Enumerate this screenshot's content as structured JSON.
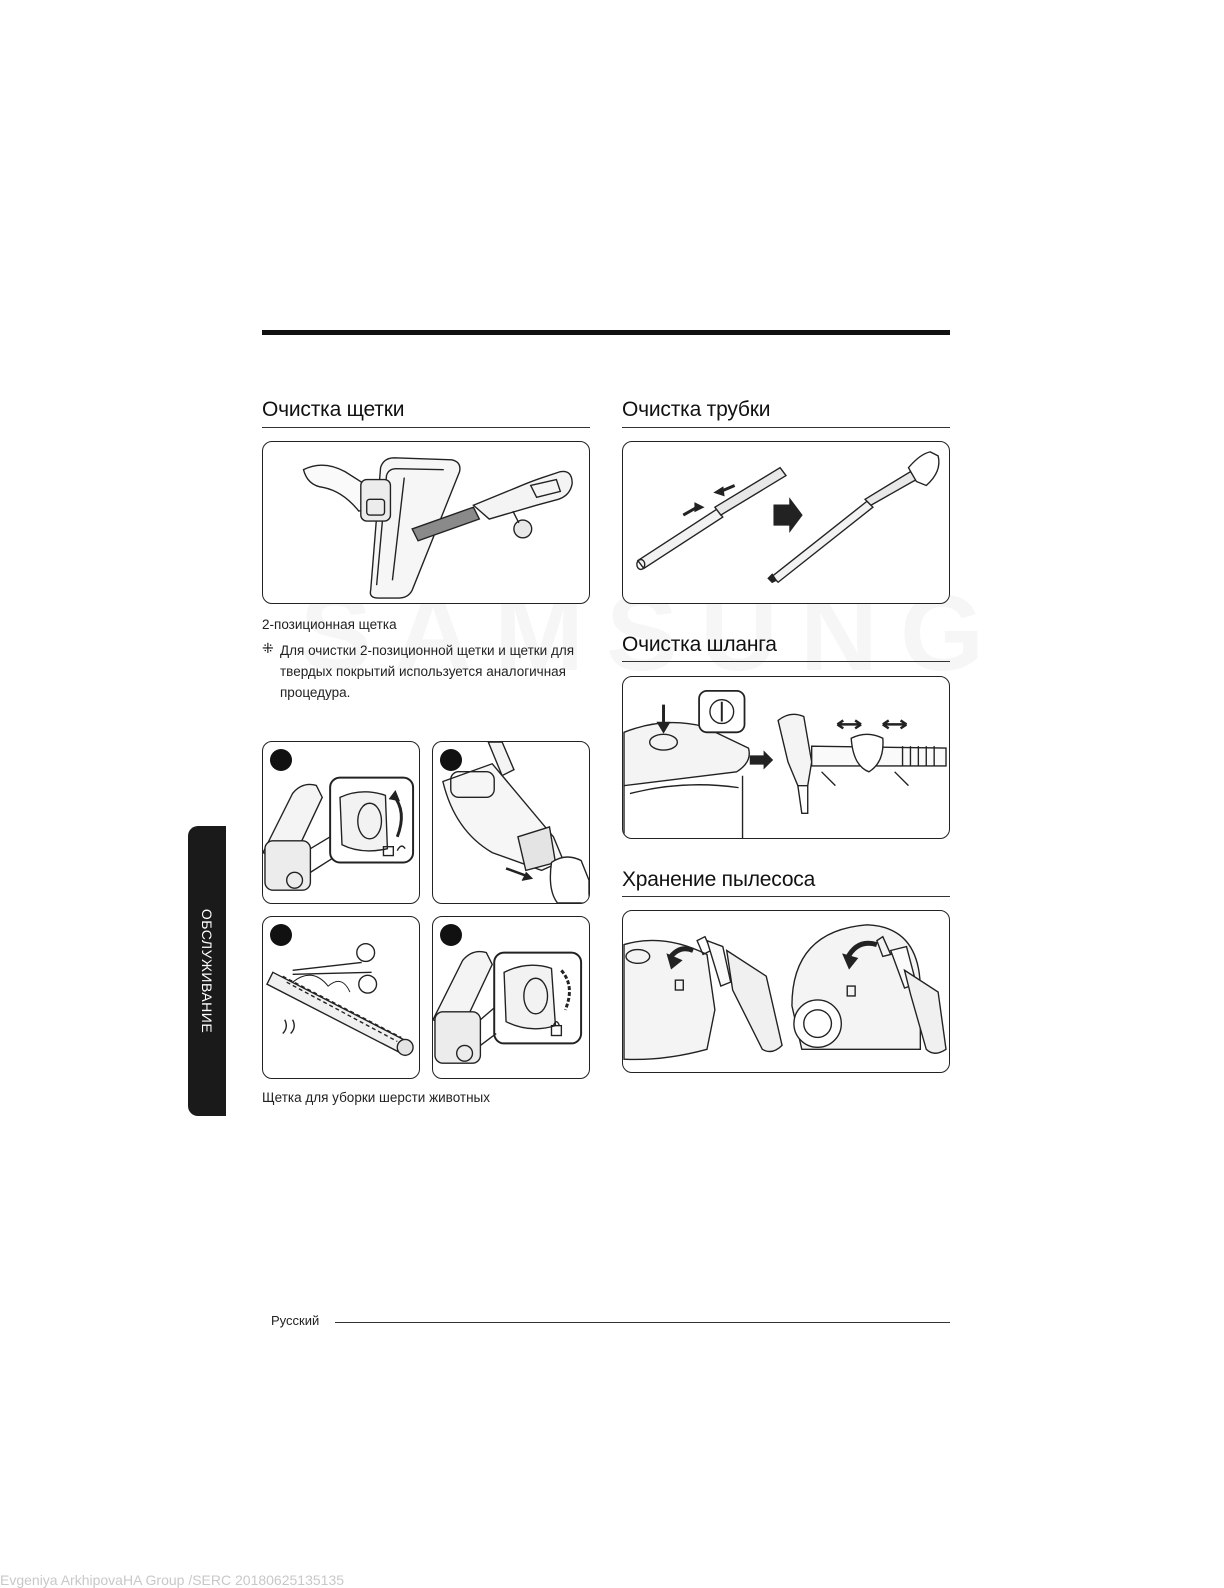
{
  "watermark": "SAMSUNG",
  "sections": {
    "brush": {
      "title": "Очистка щетки",
      "caption": "2-позиционная щетка",
      "note_mark": "⁜",
      "note": "Для очистки 2-позиционной щетки и щетки для твердых покрытий используется аналогичная процедура.",
      "pet_caption": "Щетка для уборки шерсти животных"
    },
    "tube": {
      "title": "Очистка трубки"
    },
    "hose": {
      "title": "Очистка шланга"
    },
    "storage": {
      "title": "Хранение пылесоса"
    }
  },
  "side_tab": {
    "label": "ОБСЛУЖИВАНИЕ"
  },
  "footer": {
    "language": "Русский"
  },
  "stamp": "Evgeniya ArkhipovaHA Group /SERC 20180625135135"
}
